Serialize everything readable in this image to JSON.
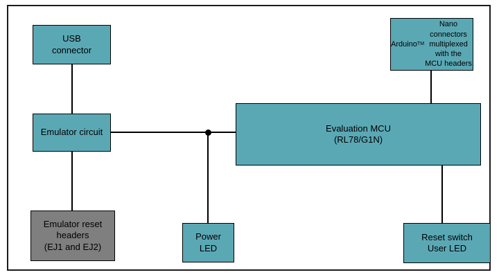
{
  "diagram": {
    "title": "RL78/G1N evaluation board block diagram",
    "colors": {
      "box_fill": "#5BA8B5",
      "gray_fill": "#7f7f7f",
      "border": "#000000",
      "background": "#ffffff"
    },
    "boxes": {
      "usb": {
        "label": "USB\nconnector"
      },
      "emulator": {
        "label": "Emulator circuit"
      },
      "reset_headers": {
        "label": "Emulator reset\nheaders\n(EJ1 and EJ2)"
      },
      "power_led": {
        "label": "Power\nLED"
      },
      "mcu": {
        "label": "Evaluation MCU\n(RL78/G1N)"
      },
      "arduino": {
        "prefix": "Arduino",
        "tm": "TM",
        "rest": " Nano\nconnectors\nmultiplexed with the\nMCU headers"
      },
      "reset_switch": {
        "label": "Reset switch\nUser LED"
      }
    },
    "connections": [
      "usb-to-emulator",
      "emulator-to-reset-headers",
      "emulator-to-mcu",
      "junction-to-power-led",
      "arduino-to-mcu",
      "mcu-to-reset-switch"
    ]
  }
}
